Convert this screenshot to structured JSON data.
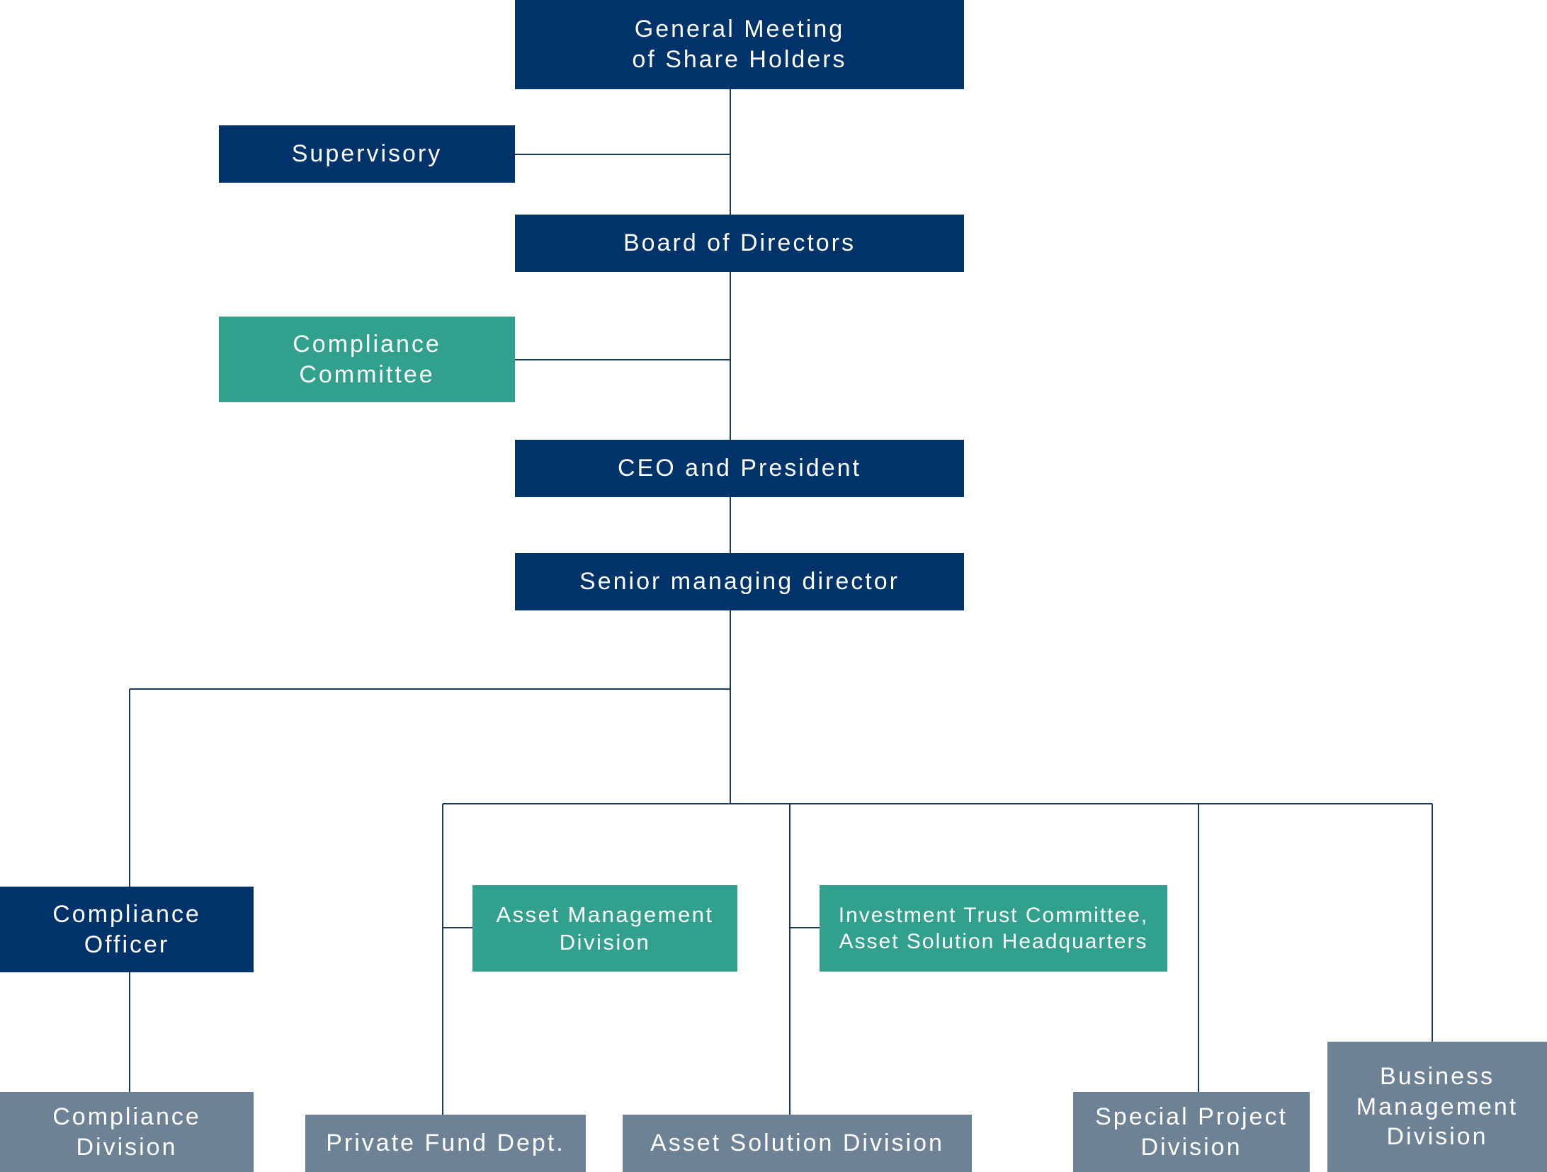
{
  "colors": {
    "executive": "#00336a",
    "committee": "#31a18d",
    "division": "#6e8295",
    "connector": "#1c3a5e"
  },
  "nodes": {
    "general_meeting": "General Meeting\nof Share Holders",
    "supervisory": "Supervisory",
    "board_of_directors": "Board of Directors",
    "compliance_committee": "Compliance\nCommittee",
    "ceo_president": "CEO and President",
    "senior_managing_director": "Senior managing director",
    "compliance_officer": "Compliance\nOfficer",
    "compliance_division": "Compliance\nDivision",
    "asset_management_division": "Asset Management\nDivision",
    "investment_trust_committee": "Investment Trust Committee,\nAsset Solution Headquarters",
    "private_fund_dept": "Private Fund Dept.",
    "asset_solution_division": "Asset Solution Division",
    "special_project_division": "Special Project\nDivision",
    "business_management_division": "Business\nManagement\nDivision"
  }
}
